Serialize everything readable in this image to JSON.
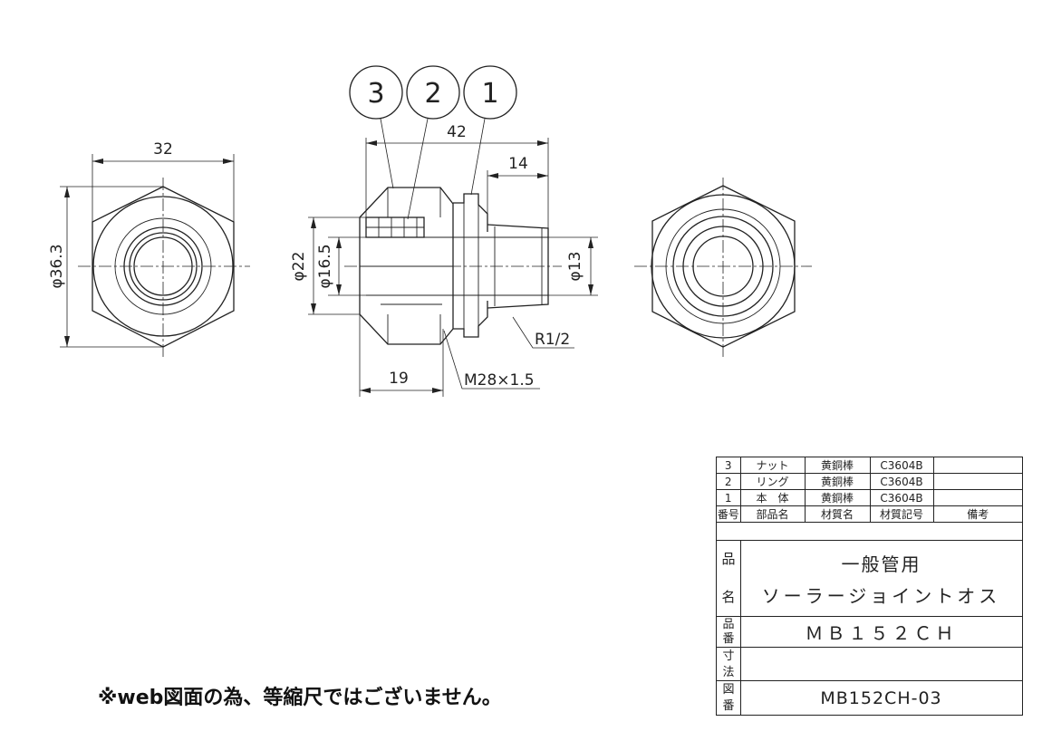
{
  "dimensions": {
    "left_width": "32",
    "left_height": "φ36.3",
    "overall_length": "42",
    "thread_length": "14",
    "nut_dia": "φ22",
    "bore_dia": "φ16.5",
    "outlet_dia": "φ13",
    "nut_length": "19",
    "nut_thread": "M28×1.5",
    "male_thread": "R1/2"
  },
  "balloons": [
    "3",
    "2",
    "1"
  ],
  "note": "※web図面の為、等縮尺ではございません。",
  "parts_table": {
    "rows": [
      [
        "3",
        "ナット",
        "黄銅棒",
        "C3604B",
        ""
      ],
      [
        "2",
        "リング",
        "黄銅棒",
        "C3604B",
        ""
      ],
      [
        "1",
        "本　体",
        "黄銅棒",
        "C3604B",
        ""
      ]
    ],
    "header": [
      "番号",
      "部品名",
      "材質名",
      "材質記号",
      "備考"
    ]
  },
  "title_block": {
    "name_label": [
      "品",
      "名"
    ],
    "name_line1": "一般管用",
    "name_line2": "ソーラージョイントオス",
    "number_label": [
      "品",
      "番"
    ],
    "number": "ＭＢ１５２ＣＨ",
    "size_label": [
      "寸",
      "法"
    ],
    "size": "",
    "drawing_label": [
      "図",
      "番"
    ],
    "drawing_number": "MB152CH-03"
  }
}
